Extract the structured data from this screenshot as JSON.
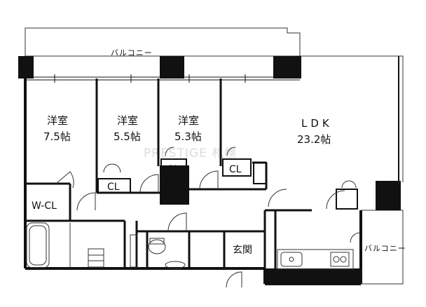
{
  "watermark": "PRESTIGE 札幌",
  "rooms": {
    "bed1": {
      "name": "洋室",
      "size": "7.5帖"
    },
    "bed2": {
      "name": "洋室",
      "size": "5.5帖"
    },
    "bed3": {
      "name": "洋室",
      "size": "5.3帖"
    },
    "ldk": {
      "name": "LDK",
      "size": "23.2帖"
    }
  },
  "storage": {
    "wcl": "W-CL",
    "cl1": "CL",
    "cl2": "CL",
    "cl3": "CL"
  },
  "entrance": "玄関",
  "balcony_top": "バルコニー",
  "balcony_right": "バルコニー"
}
